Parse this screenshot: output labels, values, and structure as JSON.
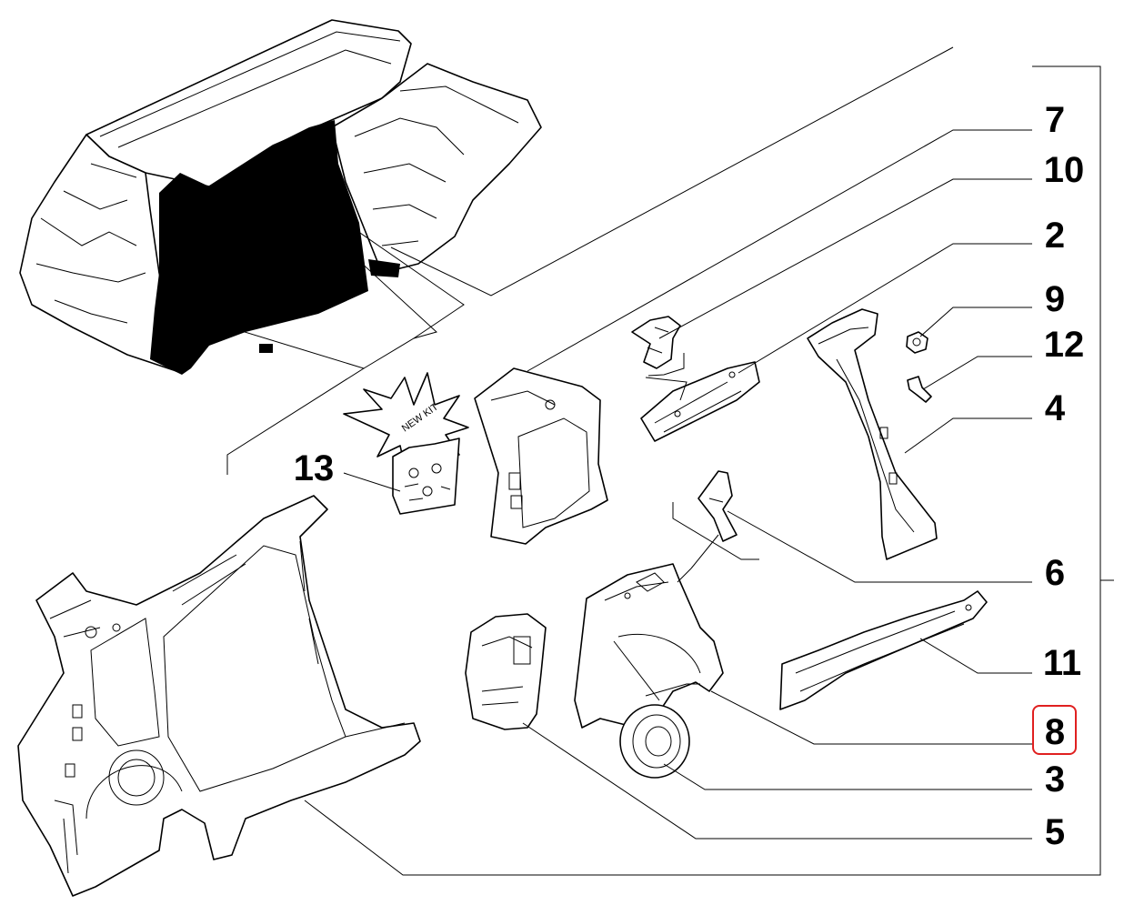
{
  "callouts": [
    {
      "label": "7"
    },
    {
      "label": "10"
    },
    {
      "label": "2"
    },
    {
      "label": "9"
    },
    {
      "label": "12"
    },
    {
      "label": "4"
    },
    {
      "label": "13"
    },
    {
      "label": "6"
    },
    {
      "label": "11"
    },
    {
      "label": "8",
      "highlighted": true
    },
    {
      "label": "3"
    },
    {
      "label": "5"
    }
  ],
  "badge": {
    "text": "NEW KIT"
  },
  "colors": {
    "highlight": "#e02020",
    "ink": "#000000",
    "background": "#ffffff"
  }
}
